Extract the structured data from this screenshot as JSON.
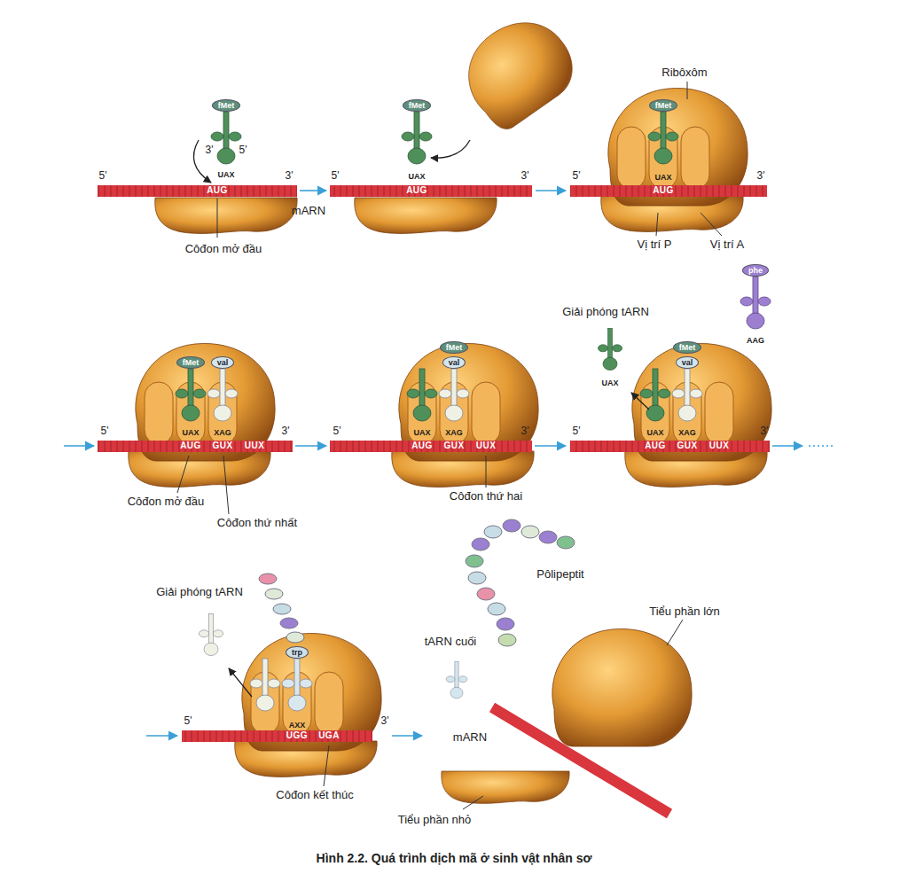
{
  "diagram": {
    "caption": "Hình 2.2. Quá trình dịch mã ở sinh vật nhân sơ",
    "nodes": [
      {
        "text": [
          "fMet"
        ]
      },
      {
        "text": [
          "fMet"
        ]
      },
      {
        "text": [
          "fMet"
        ]
      },
      {
        "text": [
          "fMet"
        ]
      },
      {
        "text": [
          "val"
        ]
      },
      {
        "text": [
          "fMet"
        ]
      },
      {
        "text": [
          "val"
        ]
      },
      {
        "text": [
          "fMet"
        ]
      },
      {
        "text": [
          "val"
        ]
      },
      {
        "text": [
          "phe"
        ]
      },
      {
        "text": [
          "trp"
        ]
      }
    ],
    "labels": [
      "3'",
      "5'",
      "UAX",
      "5'",
      "3'",
      "AUG",
      "Côđon mở đầu",
      "mARN",
      "UAX",
      "AUG",
      "5'",
      "3'",
      "Ribôxôm",
      "UAX",
      "AUG",
      "5'",
      "3'",
      "Vị trí P",
      "Vị trí A",
      "UAX",
      "XAG",
      "AUG",
      "GUX",
      "UUX",
      "5'",
      "3'",
      "Côđon mở đầu",
      "Côđon thứ nhất",
      "UAX",
      "XAG",
      "AUG",
      "GUX",
      "UUX",
      "5'",
      "3'",
      "Côđon thứ hai",
      "Giải phóng tARN",
      "UAX",
      "AAG",
      "UAX",
      "XAG",
      "AUG",
      "GUX",
      "UUX",
      "5'",
      "3'",
      "Giải phóng tARN",
      "AXX",
      "UGG",
      "UGA",
      "5'",
      "3'",
      "Côđon kết thúc",
      "Pôlipeptit",
      "tARN cuối",
      "mARN",
      "Tiểu phần lớn",
      "Tiểu phần nhỏ"
    ]
  }
}
